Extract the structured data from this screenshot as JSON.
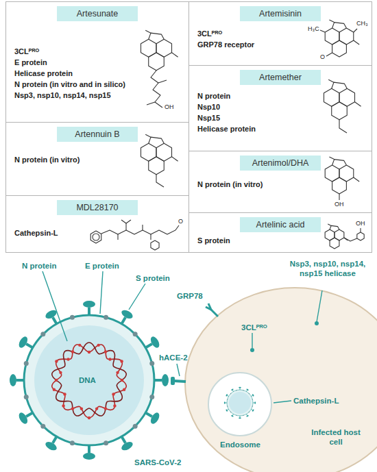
{
  "diagram": {
    "nodes": [
      {
        "text": [
          "3CLᴾᴿᴼ",
          "E protein",
          "Helicase protein",
          "N protein (in vitro and in silico)",
          "Nsp3, nsp10, nsp14, nsp15"
        ]
      },
      {
        "text": [
          "Artesunate"
        ],
        "in": 0
      },
      {
        "text": [
          "3CLᴾᴿᴼ",
          "GRP78 receptor"
        ]
      },
      {
        "text": [
          "Artemisinin"
        ],
        "in": 2
      },
      {
        "text": [
          "N protein",
          "Nsp10",
          "Nsp15",
          "Helicase protein"
        ]
      },
      {
        "text": [
          "Artemether"
        ],
        "in": 4
      },
      {
        "text": [
          "N protein (in vitro)"
        ]
      },
      {
        "text": [
          "Artennuin B"
        ],
        "in": 6
      },
      {
        "text": [
          "N protein (in vitro)"
        ]
      },
      {
        "text": [
          "Artenimol/DHA"
        ],
        "in": 8
      },
      {
        "text": [
          "Cathepsin-L"
        ]
      },
      {
        "text": [
          "MDL28170"
        ],
        "in": 10
      },
      {
        "text": [
          "S protein"
        ]
      },
      {
        "text": [
          "Artelinic acid"
        ],
        "in": 12
      }
    ],
    "labels": [
      "OH",
      "H₃C",
      "CH₃",
      "O",
      "OH",
      "O",
      "OH",
      "N protein",
      "E protein",
      "S protein",
      "GRP78",
      "3CLᴾᴿᴼ",
      "Nsp3, nsp10, nsp14, nsp15 helicase",
      "hACE-2",
      "DNA",
      "Cathepsin-L",
      "Endosome",
      "Infected host cell",
      "SARS-CoV-2"
    ]
  }
}
